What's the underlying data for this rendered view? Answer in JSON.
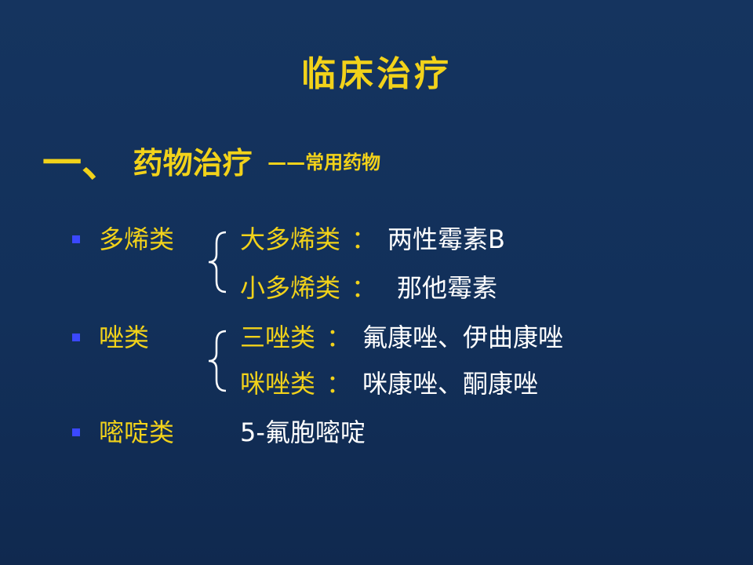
{
  "slide": {
    "title": "临床治疗",
    "section": {
      "number": "一、",
      "heading": "药物治疗",
      "subtitle": "——常用药物"
    },
    "groups": [
      {
        "category": "多烯类",
        "subgroups": [
          {
            "name": "大多烯类",
            "separator": "：",
            "drugs": "两性霉素B"
          },
          {
            "name": "小多烯类",
            "separator": "：",
            "drugs": "那他霉素"
          }
        ]
      },
      {
        "category": "唑类",
        "subgroups": [
          {
            "name": "三唑类",
            "separator": "：",
            "drugs": "氟康唑、伊曲康唑"
          },
          {
            "name": "咪唑类",
            "separator": "：",
            "drugs": "咪康唑、酮康唑"
          }
        ]
      },
      {
        "category": "嘧啶类",
        "drug": "5-氟胞嘧啶"
      }
    ],
    "colors": {
      "background": "#13305a",
      "accent": "#f2d21a",
      "text": "#ffffff",
      "bullet": "#3b48ff"
    }
  }
}
